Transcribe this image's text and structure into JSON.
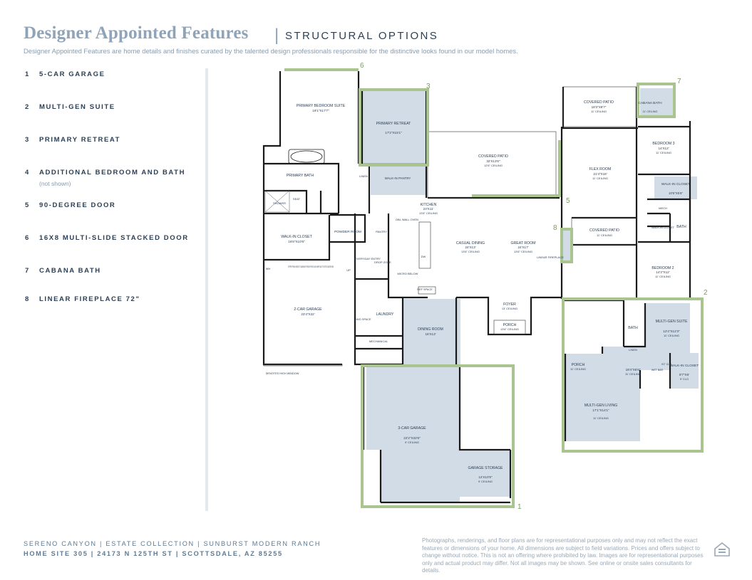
{
  "header": {
    "title": "Designer Appointed Features",
    "separator": "|",
    "subtitle": "STRUCTURAL OPTIONS",
    "description": "Designer Appointed Features are home details and finishes curated by the talented design professionals responsible for the distinctive looks found in our model homes."
  },
  "features": [
    {
      "num": "1",
      "label": "5-CAR GARAGE",
      "note": ""
    },
    {
      "num": "2",
      "label": "MULTI-GEN SUITE",
      "note": ""
    },
    {
      "num": "3",
      "label": "PRIMARY RETREAT",
      "note": ""
    },
    {
      "num": "4",
      "label": "ADDITIONAL BEDROOM AND BATH",
      "note": "(not shown)"
    },
    {
      "num": "5",
      "label": "90-DEGREE DOOR",
      "note": ""
    },
    {
      "num": "6",
      "label": "16X8 MULTI-SLIDE STACKED DOOR",
      "note": ""
    },
    {
      "num": "7",
      "label": "CABANA BATH",
      "note": ""
    },
    {
      "num": "8",
      "label": "LINEAR FIREPLACE 72\"",
      "note": ""
    }
  ],
  "colors": {
    "highlight_green": "#a9c48f",
    "option_fill": "#d2dce6",
    "wall": "#1a1a1a",
    "text_dark": "#2b3f55",
    "title_blue": "#8fa4b9"
  },
  "plan": {
    "callouts": [
      "1",
      "2",
      "3",
      "5",
      "6",
      "7",
      "8"
    ],
    "rooms": {
      "primary_bedroom": {
        "name": "PRIMARY BEDROOM SUITE",
        "dims": "19'1\"X17'7\""
      },
      "primary_retreat": {
        "name": "PRIMARY RETREAT",
        "dims": "17'2\"X15'1\""
      },
      "covered_patio_main": {
        "name": "COVERED PATIO",
        "dims": "32'X13'6\"",
        "ceiling": "12'6\" CEILING"
      },
      "covered_patio_top": {
        "name": "COVERED PATIO",
        "dims": "18'3\"X9'7\"",
        "ceiling": "11' CEILING"
      },
      "cabana_bath": {
        "name": "CABANA BATH",
        "ceiling": "11' CEILING"
      },
      "bedroom3": {
        "name": "BEDROOM 3",
        "dims": "14'X12'",
        "ceiling": "11' CEILING"
      },
      "flex_room": {
        "name": "FLEX ROOM",
        "dims": "21'4\"X18'",
        "ceiling": "11' CEILING"
      },
      "walkin_closet_b3": {
        "name": "WALK-IN CLOSET",
        "dims": "10'5\"X5'6\""
      },
      "primary_bath": {
        "name": "PRIMARY BATH"
      },
      "shower": {
        "name": "SHOWER"
      },
      "seat": {
        "name": "SEAT"
      },
      "linen": {
        "name": "LINEN"
      },
      "walkin_pantry": {
        "name": "WALK-IN PANTRY"
      },
      "kitchen": {
        "name": "KITCHEN",
        "dims": "24'X11'",
        "ceiling": "13'6\" CEILING"
      },
      "dbl_wall_oven": {
        "name": "DBL WALL OVEN"
      },
      "pantry": {
        "name": "PANTRY"
      },
      "casual_dining": {
        "name": "CASUAL DINING",
        "dims": "24'X13'",
        "ceiling": "13'6\" CEILING"
      },
      "great_room": {
        "name": "GREAT ROOM",
        "dims": "24'X17'",
        "ceiling": "13'6\" CEILING"
      },
      "covered_patio_small": {
        "name": "COVERED PATIO",
        "ceiling": "11' CEILING"
      },
      "linear_fireplace": {
        "name": "LINEAR FIREPLACE"
      },
      "mech": {
        "name": "MECH"
      },
      "walkin_closet_small": {
        "name": "WALK-IN CLOSET"
      },
      "bath_b2": {
        "name": "BATH"
      },
      "bedroom2": {
        "name": "BEDROOM 2",
        "dims": "14'2\"X12'",
        "ceiling": "11' CEILING"
      },
      "walkin_closet_primary": {
        "name": "WALK-IN CLOSET",
        "dims": "16'6\"X10'6\""
      },
      "powder_room": {
        "name": "POWDER ROOM"
      },
      "everyday_entry": {
        "name": "EVERYDAY ENTRY"
      },
      "drop_zone": {
        "name": "DROP ZONE"
      },
      "micro_below": {
        "name": "MICRO BELOW"
      },
      "dw": {
        "name": "DW"
      },
      "ref_space": {
        "name": "REF SPACE"
      },
      "wh": {
        "name": "WH"
      },
      "up": {
        "name": "UP"
      },
      "steps_note": {
        "name": "STEPS FROM HOME TO GARAGE/ PORCH/ PATIO MAY VARY DUE TO SITE CONDITIONS"
      },
      "garage2": {
        "name": "2-CAR GARAGE",
        "dims": "23'4\"X22'"
      },
      "laundry": {
        "name": "LAUNDRY"
      },
      "wd_space": {
        "name": "W/D SPACE"
      },
      "mechanical": {
        "name": "MECHANICAL"
      },
      "dining_room": {
        "name": "DINING ROOM",
        "dims": "16'X13'"
      },
      "foyer": {
        "name": "FOYER",
        "ceiling": "13' CEILING"
      },
      "porch_front": {
        "name": "PORCH",
        "ceiling": "13'6\" CEILING"
      },
      "garage3": {
        "name": "3-CAR GARAGE",
        "dims": "22'2\"X32'6\"",
        "ceiling": "9' CEILING"
      },
      "garage_storage": {
        "name": "GARAGE STORAGE",
        "dims": "12'X10'9\"",
        "ceiling": "9' CEILING"
      },
      "high_window_note": {
        "name": "DENOTES HIGH WINDOW"
      },
      "mg_bath": {
        "name": "BATH"
      },
      "mg_suite": {
        "name": "MULTI-GEN SUITE",
        "dims": "12'4\"X12'3\"",
        "ceiling": "11' CEILING"
      },
      "mg_linen": {
        "name": "LINEN"
      },
      "mg_porch": {
        "name": "PORCH",
        "ceiling": "11' CEILING"
      },
      "mg_hall": {
        "dims": "18'4\"X6'6\"",
        "ceiling": "11' CEILING"
      },
      "mg_wet_bar": {
        "name": "WET BAR"
      },
      "mg_closet_note": {
        "name": "9'2\" CLG"
      },
      "mg_walkin": {
        "name": "WALK-IN CLOSET",
        "dims": "8'7\"X6'",
        "ceiling": "9' CLG"
      },
      "mg_living": {
        "name": "MULTI-GEN LIVING",
        "dims": "17'1\"X14'1\"",
        "ceiling": "11' CEILING"
      }
    }
  },
  "footer": {
    "line1": "SERENO CANYON  |  ESTATE COLLECTION  |  SUNBURST MODERN RANCH",
    "line2": "HOME SITE 305  |  24173 N 125TH ST  |  SCOTTSDALE, AZ 85255",
    "disclaimer": "Photographs, renderings, and floor plans are for representational purposes only and may not reflect the exact features or dimensions of your home. All dimensions are subject to field variations. Prices and offers subject to change without notice. This is not an offering where prohibited by law. Images are for representational purposes only and actual product may differ. Not all images may be shown. See online or onsite sales consultants for details.",
    "logo_icon": "equal-housing-opportunity-icon"
  }
}
